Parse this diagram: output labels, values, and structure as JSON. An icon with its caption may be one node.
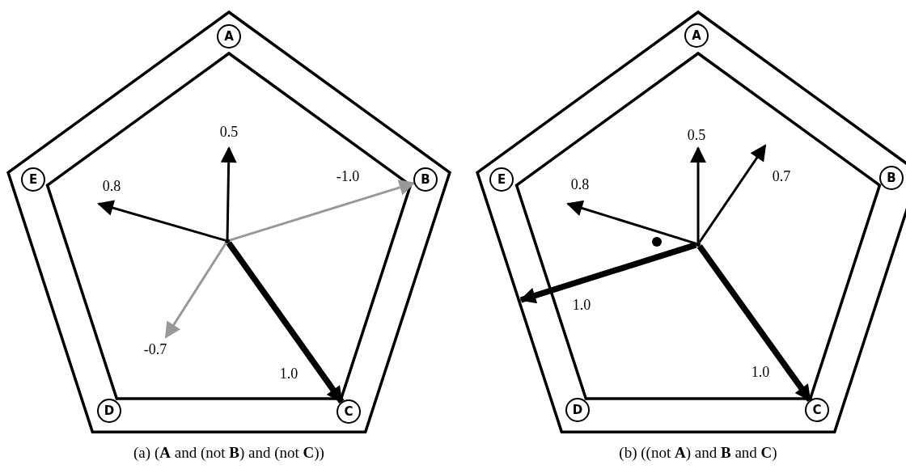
{
  "diagram": {
    "nodes": [
      {
        "text": [
          "A"
        ]
      },
      {
        "text": [
          "B"
        ]
      },
      {
        "text": [
          "C"
        ]
      },
      {
        "text": [
          "D"
        ]
      },
      {
        "text": [
          "E"
        ]
      },
      {
        "text": [],
        "shape": "point"
      },
      {
        "text": [
          "A"
        ]
      },
      {
        "text": [
          "B"
        ]
      },
      {
        "text": [
          "C"
        ]
      },
      {
        "text": [
          "D"
        ]
      },
      {
        "text": [
          "E"
        ]
      },
      {
        "text": [],
        "shape": "point"
      }
    ],
    "edges": [
      {
        "from": 5,
        "to": null,
        "arrow": "to",
        "label": "0.5"
      },
      {
        "from": 5,
        "to": null,
        "arrow": "to",
        "label": "0.8"
      },
      {
        "from": 5,
        "to": 1,
        "arrow": "to",
        "label": "-1.0",
        "color": "#999999"
      },
      {
        "from": 5,
        "to": null,
        "arrow": "to",
        "label": "-0.7",
        "color": "#999999"
      },
      {
        "from": 5,
        "to": 2,
        "arrow": "to",
        "label": "1.0",
        "style": "thick"
      },
      {
        "from": 11,
        "to": null,
        "arrow": "to",
        "label": "0.5"
      },
      {
        "from": 11,
        "to": null,
        "arrow": "to",
        "label": "0.7"
      },
      {
        "from": 11,
        "to": null,
        "arrow": "to",
        "label": "0.8"
      },
      {
        "from": 11,
        "to": null,
        "arrow": "to",
        "label": "1.0",
        "style": "thick"
      },
      {
        "from": 11,
        "to": 8,
        "arrow": "to",
        "label": "1.0",
        "style": "thick"
      }
    ],
    "labels": [
      "(a) (**A** and (not **B**) and (not **C**))",
      "(b) ((not **A**) and **B** and **C**)"
    ]
  }
}
